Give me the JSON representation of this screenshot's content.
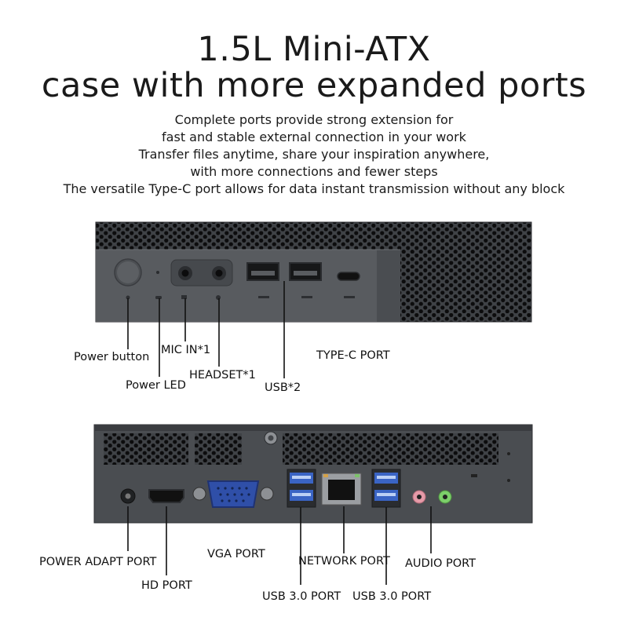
{
  "heading": {
    "line1": "1.5L Mini-ATX",
    "line2": "case with more expanded ports"
  },
  "description": [
    "Complete ports provide strong extension for",
    "fast and stable external connection in your work",
    "Transfer files anytime, share your inspiration anywhere,",
    "with more connections and fewer steps",
    "The versatile Type-C port allows for data instant transmission without any block"
  ],
  "front_panel": {
    "labels": {
      "power_button": "Power button",
      "power_led": "Power LED",
      "mic_in": "MIC IN*1",
      "headset": "HEADSET*1",
      "usb": "USB*2",
      "type_c": "TYPE-C PORT"
    }
  },
  "rear_panel": {
    "labels": {
      "power_adapt": "POWER ADAPT PORT",
      "hd": "HD PORT",
      "vga": "VGA PORT",
      "network": "NETWORK PORT",
      "audio": "AUDIO PORT",
      "usb30_left": "USB 3.0 PORT",
      "usb30_right": "USB 3.0 PORT"
    }
  },
  "colors": {
    "case": "#45484c",
    "panel": "#55585c",
    "vga_blue": "#2f4fa8",
    "usb3_blue": "#3a64c4",
    "audio_pink": "#e59aa8",
    "audio_green": "#7ccf6a"
  }
}
